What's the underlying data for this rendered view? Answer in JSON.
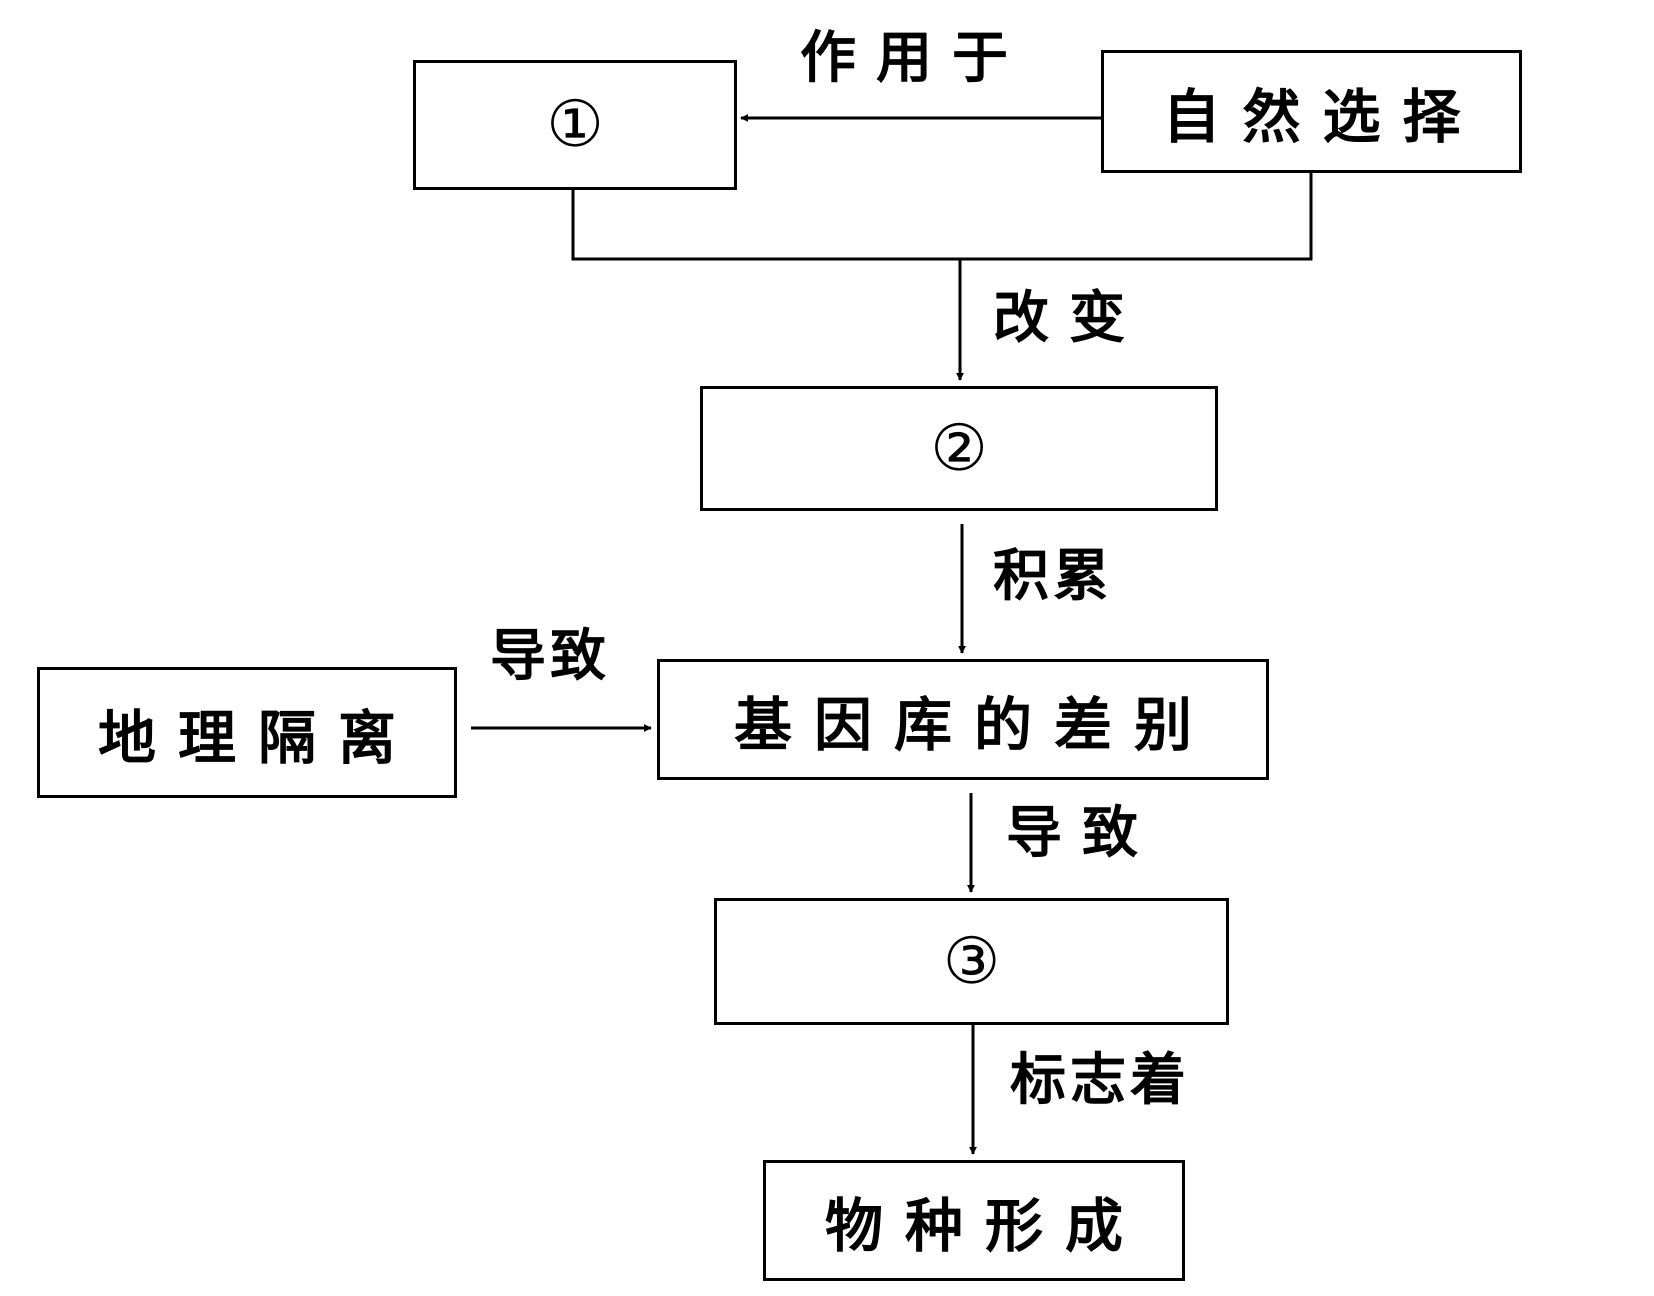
{
  "nodes": {
    "box1": "①",
    "natural_selection": "自然选择",
    "box2": "②",
    "gene_pool_difference": "基因库的差别",
    "geographic_isolation": "地理隔离",
    "box3": "③",
    "speciation": "物种形成"
  },
  "edge_labels": {
    "acts_on": "作用于",
    "changes": "改变",
    "accumulates": "积累",
    "leads_to_left": "导致",
    "leads_to_down": "导致",
    "marks": "标志着"
  }
}
